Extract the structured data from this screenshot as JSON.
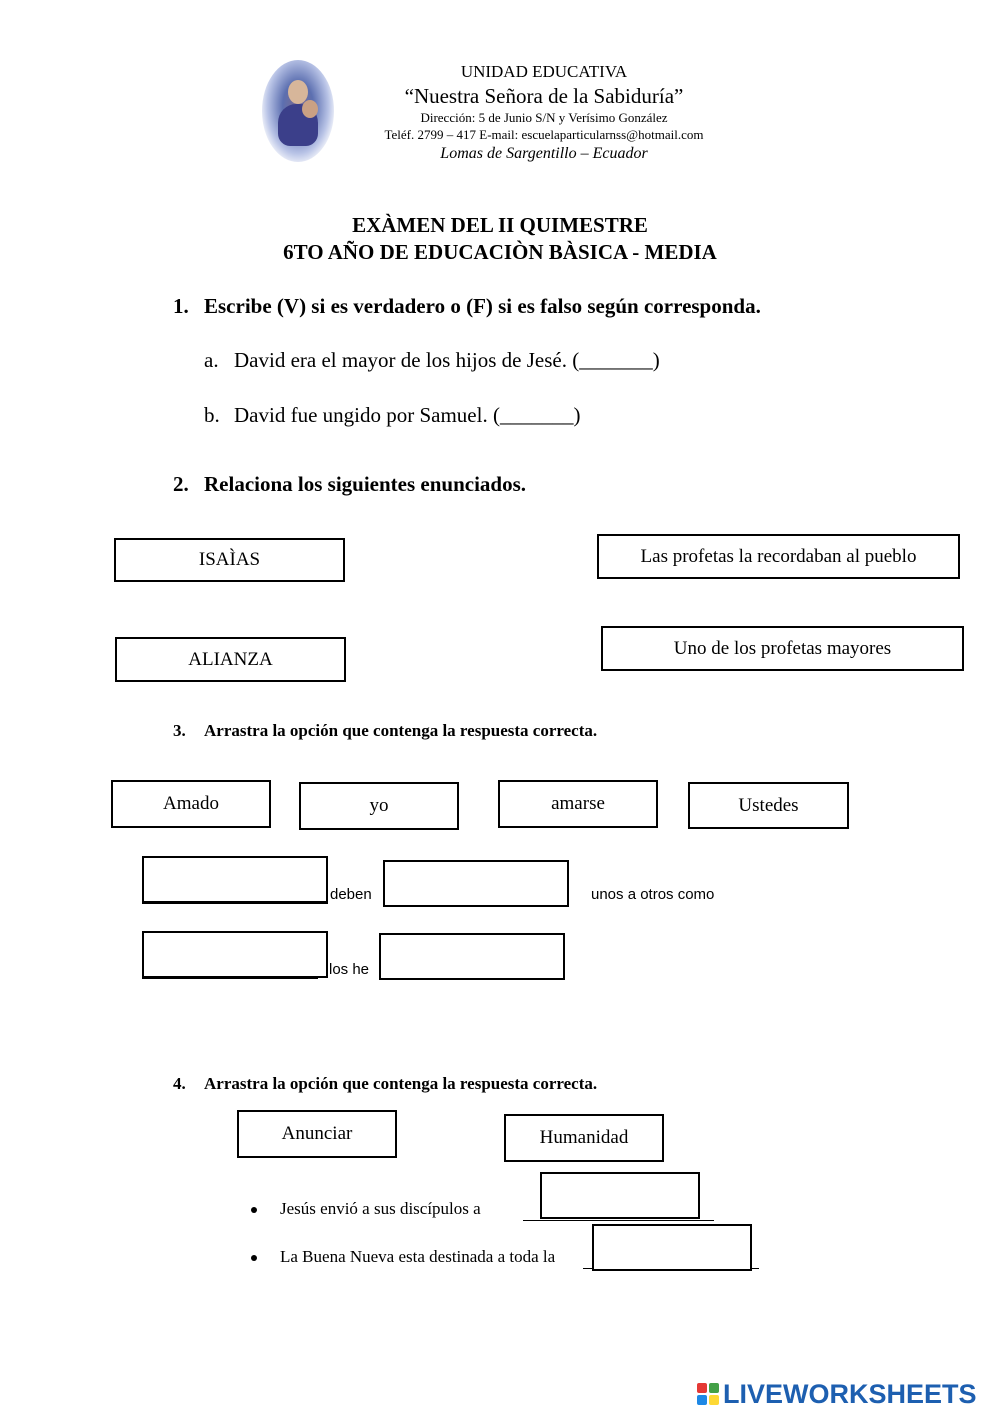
{
  "header": {
    "school_type": "UNIDAD EDUCATIVA",
    "school_name": "“Nuestra Señora de la Sabiduría”",
    "address": "Dirección: 5 de Junio S/N  y Verísimo González",
    "contact": "Teléf. 2799 – 417   E-mail: escuelaparticularnss@hotmail.com",
    "location": "Lomas de Sargentillo – Ecuador"
  },
  "title": {
    "line1": "EXÀMEN DEL II QUIMESTRE",
    "line2": "6TO AÑO DE EDUCACIÒN BÀSICA - MEDIA"
  },
  "q1": {
    "number": "1.",
    "prompt": "Escribe (V) si es verdadero o (F) si es falso según corresponda.",
    "items": [
      {
        "letter": "a.",
        "text": "David era el mayor de los hijos de Jesé. (_______)"
      },
      {
        "letter": "b.",
        "text": "David fue ungido por Samuel. (_______)"
      }
    ]
  },
  "q2": {
    "number": "2.",
    "prompt": "Relaciona los siguientes enunciados.",
    "left": [
      "ISAÌAS",
      "ALIANZA"
    ],
    "right": [
      "Las profetas la recordaban al pueblo",
      "Uno de los profetas mayores"
    ]
  },
  "q3": {
    "number": "3.",
    "prompt": "Arrastra la opción que contenga la respuesta correcta.",
    "options": [
      "Amado",
      "yo",
      "amarse",
      "Ustedes"
    ],
    "sentence1": {
      "part1": "deben",
      "part2": "unos a otros como"
    },
    "sentence2": {
      "part1": "los he"
    }
  },
  "q4": {
    "number": "4.",
    "prompt": "Arrastra la opción que contenga la respuesta correcta.",
    "options": [
      "Anunciar",
      "Humanidad"
    ],
    "bullets": [
      "Jesús envió a sus discípulos a",
      "La Buena Nueva esta destinada a toda la"
    ]
  },
  "watermark": {
    "text": "LIVEWORKSHEETS",
    "icon_colors": [
      "#e53935",
      "#43a047",
      "#1e88e5",
      "#fdd835"
    ]
  }
}
